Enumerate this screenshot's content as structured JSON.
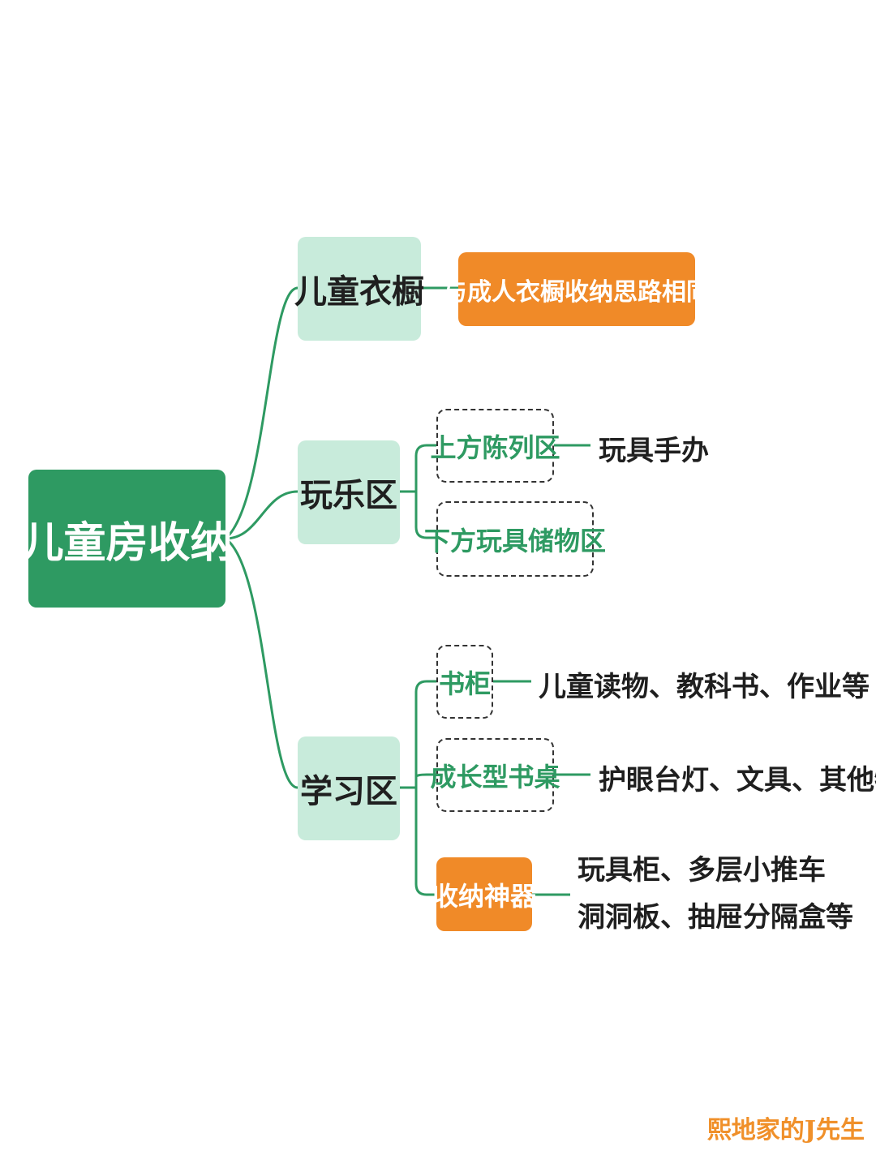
{
  "mindmap": {
    "root": "儿童房收纳",
    "branches": {
      "wardrobe": {
        "label": "儿童衣橱",
        "note": "与成人衣橱收纳思路相同"
      },
      "play": {
        "label": "玩乐区",
        "display": {
          "label": "上方陈列区",
          "detail": "玩具手办"
        },
        "storage": {
          "label": "下方玩具储物区"
        }
      },
      "study": {
        "label": "学习区",
        "bookcase": {
          "label": "书柜",
          "detail": "儿童读物、教科书、作业等"
        },
        "desk": {
          "label": "成长型书桌",
          "detail": "护眼台灯、文具、其他物品"
        },
        "gadgets": {
          "label": "收纳神器",
          "detail_line1": "玩具柜、多层小推车",
          "detail_line2": "洞洞板、抽屉分隔盒等"
        }
      }
    }
  },
  "watermark": "熙地家的J先生",
  "colors": {
    "root_fill": "#2e9a62",
    "branch_fill": "#c8ebdb",
    "accent_orange": "#f08a28",
    "connector": "#2e9a62",
    "sub_text": "#2e9a62"
  }
}
